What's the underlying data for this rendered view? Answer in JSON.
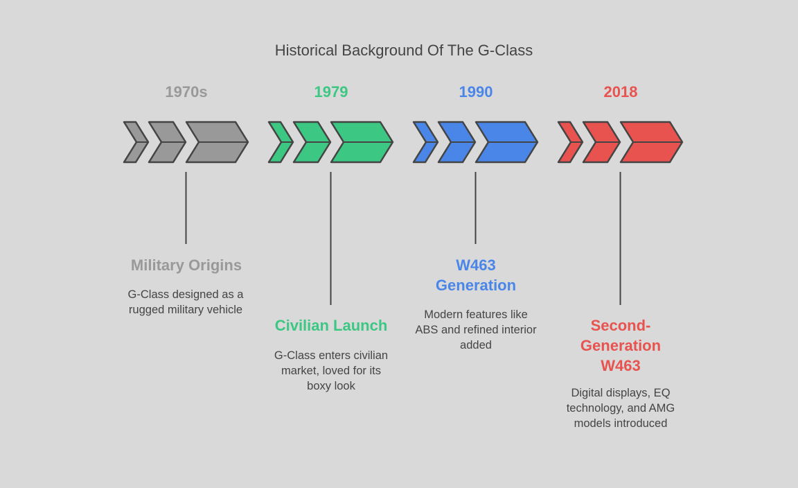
{
  "title": "Historical Background Of The G-Class",
  "stages": [
    {
      "year": "1970s",
      "heading": "Military Origins",
      "description": "G-Class designed as a rugged military vehicle",
      "color": "#999999"
    },
    {
      "year": "1979",
      "heading": "Civilian Launch",
      "description": "G-Class enters civilian market, loved for its boxy look",
      "color": "#3cc783"
    },
    {
      "year": "1990",
      "heading": "W463 Generation",
      "description": "Modern features like ABS and refined interior added",
      "color": "#4a86e8"
    },
    {
      "year": "2018",
      "heading": "Second-Generation W463",
      "description": "Digital displays, EQ technology, and AMG models introduced",
      "color": "#e8524f"
    }
  ]
}
